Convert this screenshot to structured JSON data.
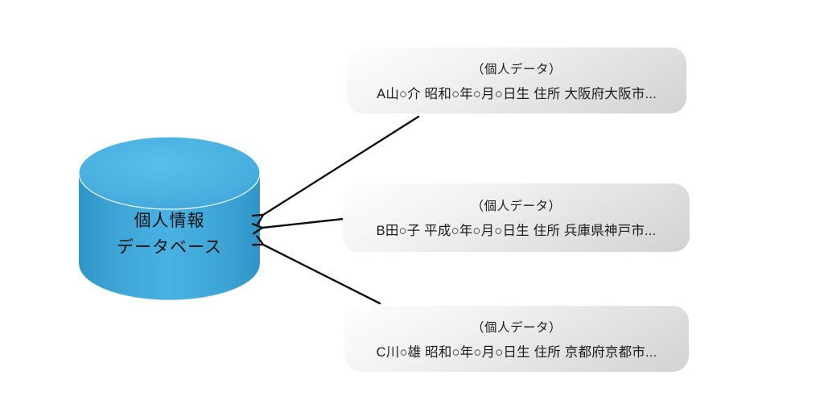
{
  "diagram": {
    "kind": "database-collection-diagram",
    "background_color": "#ffffff",
    "database": {
      "shape": "cylinder",
      "fill_color": "#41AADC",
      "edge_color": "#2F94C6",
      "label_lines": [
        "個人情報",
        "データベース"
      ]
    },
    "cards": [
      {
        "header": "（個人データ）",
        "detail": "A山○介 昭和○年○月○日生 住所 大阪府大阪市..."
      },
      {
        "header": "（個人データ）",
        "detail": "B田○子 平成○年○月○日生 住所 兵庫県神戸市..."
      },
      {
        "header": "（個人データ）",
        "detail": "C川○雄 昭和○年○月○日生 住所 京都府京都市..."
      }
    ],
    "arrows": {
      "color": "#111111",
      "connections": [
        {
          "from": "card-1",
          "to": "database"
        },
        {
          "from": "card-2",
          "to": "database"
        },
        {
          "from": "card-3",
          "to": "database"
        }
      ]
    }
  }
}
